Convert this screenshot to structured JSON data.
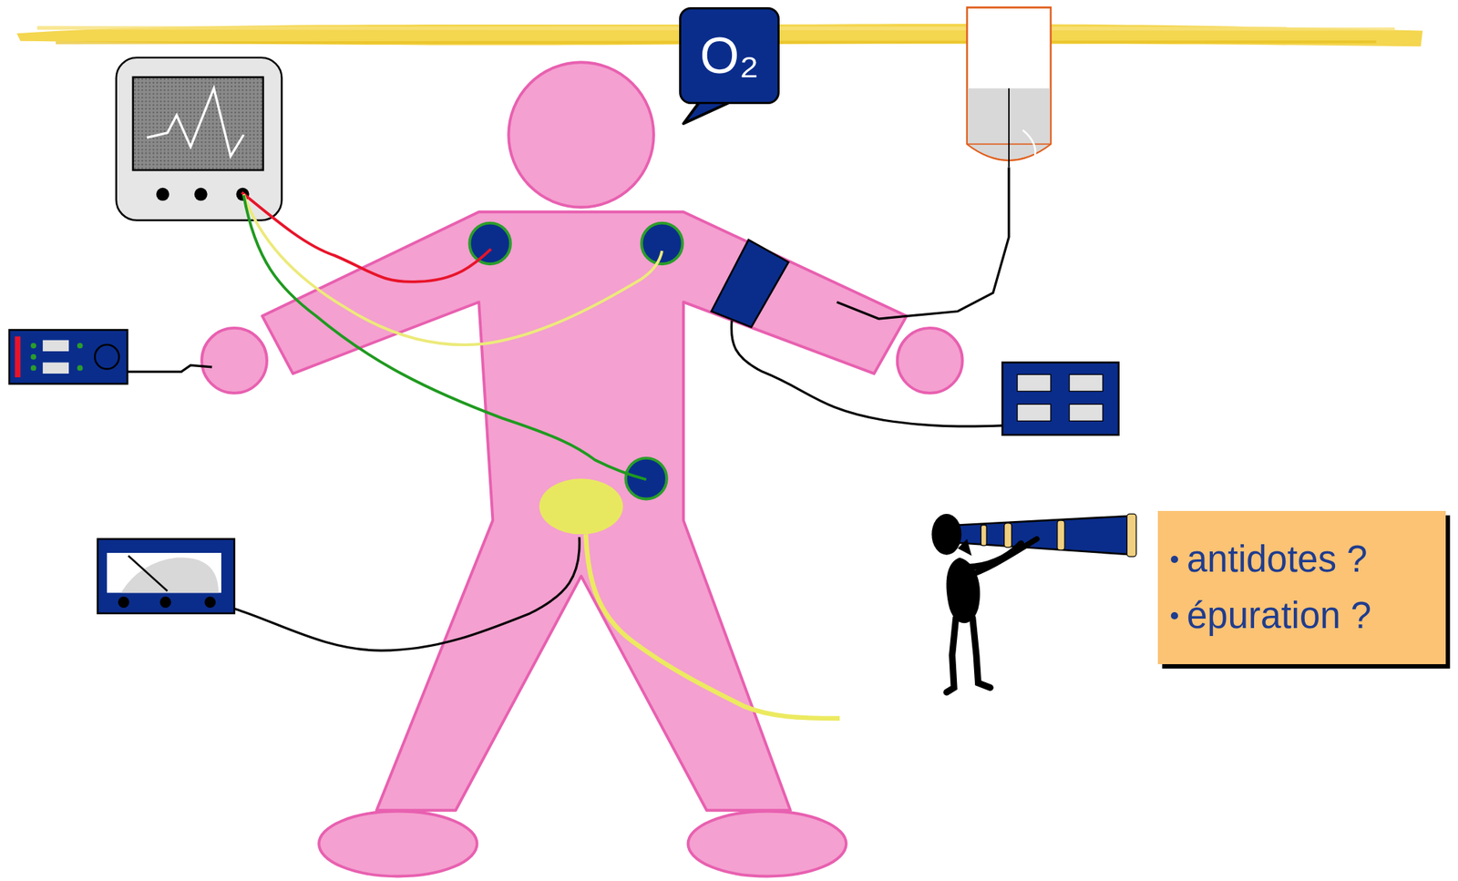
{
  "diagram": {
    "nodes": [
      {
        "text": [
          "O₂"
        ]
      },
      {
        "text": [
          "antidotes ?",
          "épuration ?"
        ]
      }
    ]
  }
}
